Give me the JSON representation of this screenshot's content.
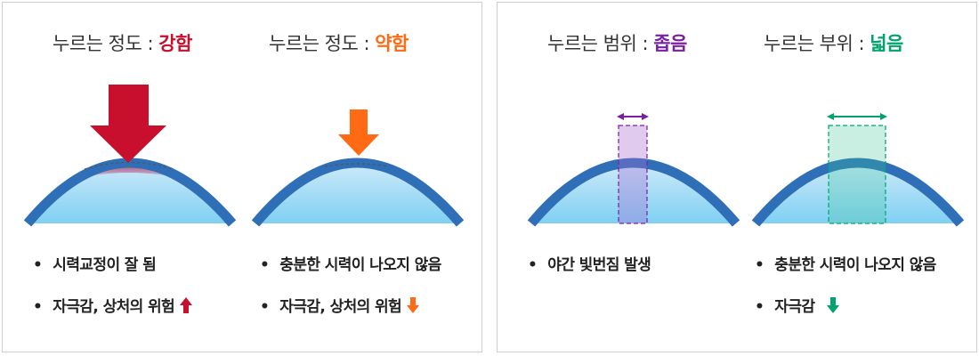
{
  "colors": {
    "strong": "#c8102e",
    "weak": "#ff6a13",
    "narrow": "#7b1fa2",
    "wide": "#00a46b",
    "lens_stroke": "#2f6fb7",
    "lens_fill_top": "#bfe4f7",
    "lens_fill_bottom": "#7fd0f3",
    "strong_glow": "#b3245a"
  },
  "panels": [
    {
      "id": "left",
      "columns": [
        {
          "title_prefix": "누르는 정도 : ",
          "title_highlight": "강함",
          "color_key": "strong",
          "bullets": [
            {
              "bullet": "•",
              "text": "시력교정이 잘 됨"
            },
            {
              "bullet": "•",
              "text": "자극감, 상처의 위험",
              "arrow": "up"
            }
          ]
        },
        {
          "title_prefix": "누르는 정도 : ",
          "title_highlight": "약함",
          "color_key": "weak",
          "bullets": [
            {
              "bullet": "•",
              "text": "충분한 시력이 나오지 않음"
            },
            {
              "bullet": "•",
              "text": "자극감, 상처의 위험",
              "arrow": "down"
            }
          ]
        }
      ]
    },
    {
      "id": "right",
      "columns": [
        {
          "title_prefix": "누르는 범위 : ",
          "title_highlight": "좁음",
          "color_key": "narrow",
          "bullets": [
            {
              "bullet": "•",
              "text": "야간 빛번짐 발생"
            }
          ]
        },
        {
          "title_prefix": "누르는 부위 : ",
          "title_highlight": "넓음",
          "color_key": "wide",
          "bullets": [
            {
              "bullet": "•",
              "text": "충분한 시력이 나오지 않음"
            },
            {
              "bullet": "•",
              "text": "자극감",
              "arrow": "down"
            }
          ]
        }
      ]
    }
  ]
}
